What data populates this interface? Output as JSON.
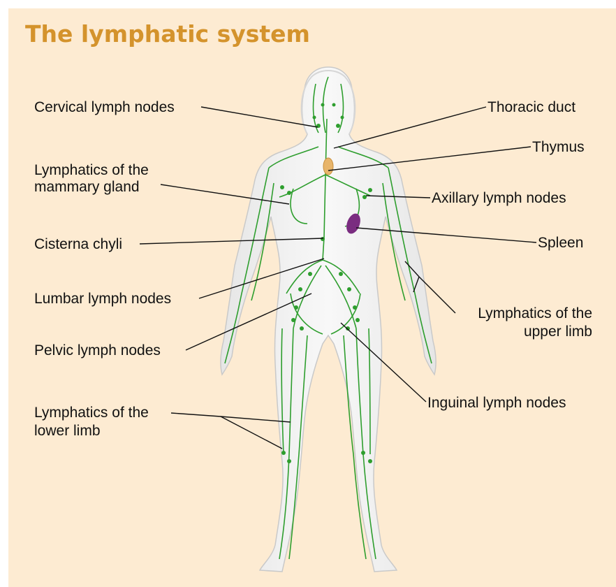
{
  "title": "The lymphatic system",
  "labels": {
    "cervical_lymph_nodes": "Cervical lymph nodes",
    "lymphatics_mammary_line1": "Lymphatics of the",
    "lymphatics_mammary_line2": "mammary gland",
    "cisterna_chyli": "Cisterna chyli",
    "lumbar_lymph_nodes": "Lumbar lymph nodes",
    "pelvic_lymph_nodes": "Pelvic lymph nodes",
    "lymphatics_lower_line1": "Lymphatics of the",
    "lymphatics_lower_line2": "lower limb",
    "thoracic_duct": "Thoracic duct",
    "thymus": "Thymus",
    "axillary_lymph_nodes": "Axillary lymph nodes",
    "spleen": "Spleen",
    "lymphatics_upper_line1": "Lymphatics of the",
    "lymphatics_upper_line2": "upper limb",
    "inguinal_lymph_nodes": "Inguinal lymph nodes"
  },
  "colors": {
    "background": "#fdebd2",
    "title": "#d4932c",
    "body": "#eeeeee",
    "lymph": "#2e9e2e",
    "spleen": "#7a2d80",
    "thymus": "#e8b56b"
  }
}
